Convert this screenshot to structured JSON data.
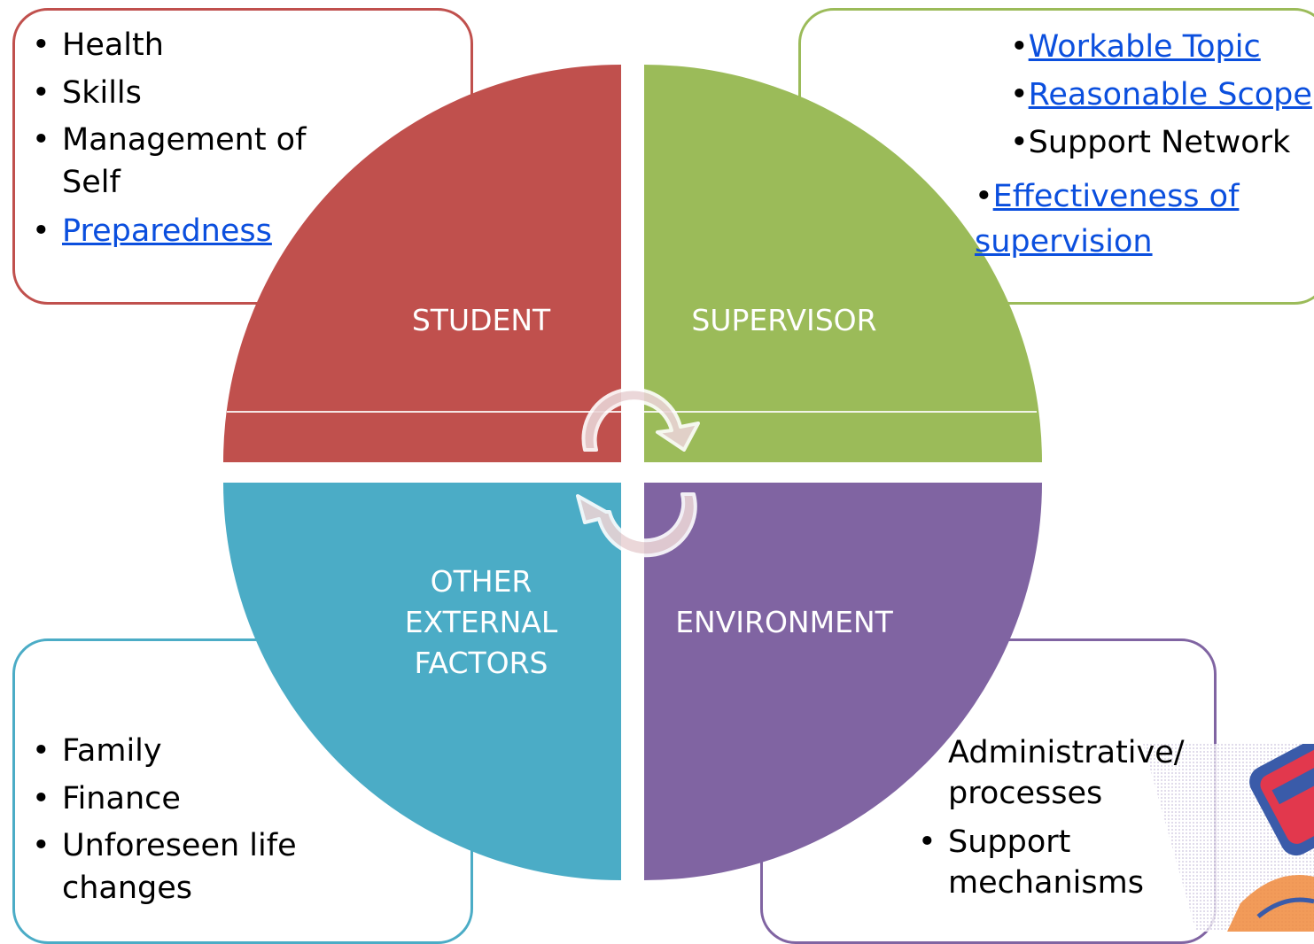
{
  "quadrants": {
    "student": {
      "label": "STUDENT",
      "color": "#c0504d"
    },
    "supervisor": {
      "label": "SUPERVISOR",
      "color": "#9bbb59"
    },
    "other": {
      "label_line1": "OTHER",
      "label_line2": "EXTERNAL",
      "label_line3": "FACTORS",
      "color": "#4bacc6"
    },
    "environment": {
      "label": "ENVIRONMENT",
      "color": "#8064a2"
    }
  },
  "student_items": {
    "health": "Health",
    "skills": "Skills",
    "management": "Management of Self",
    "preparedness": "Preparedness"
  },
  "supervisor_items": {
    "workable_topic": "Workable Topic",
    "reasonable_scope": "Reasonable Scope",
    "support_network": "Support Network",
    "effectiveness_line1": "Effectiveness of",
    "effectiveness_line2": "supervision"
  },
  "other_items": {
    "family": "Family",
    "finance": "Finance",
    "unforeseen": "Unforeseen life changes"
  },
  "environment_items": {
    "admin_line1": "Administrative/",
    "admin_line2": "processes",
    "support_line1": "Support",
    "support_line2": "mechanisms"
  },
  "bullet": "•",
  "icons": [
    "cycle-arrow-icon"
  ],
  "link_color": "#0b4fde"
}
